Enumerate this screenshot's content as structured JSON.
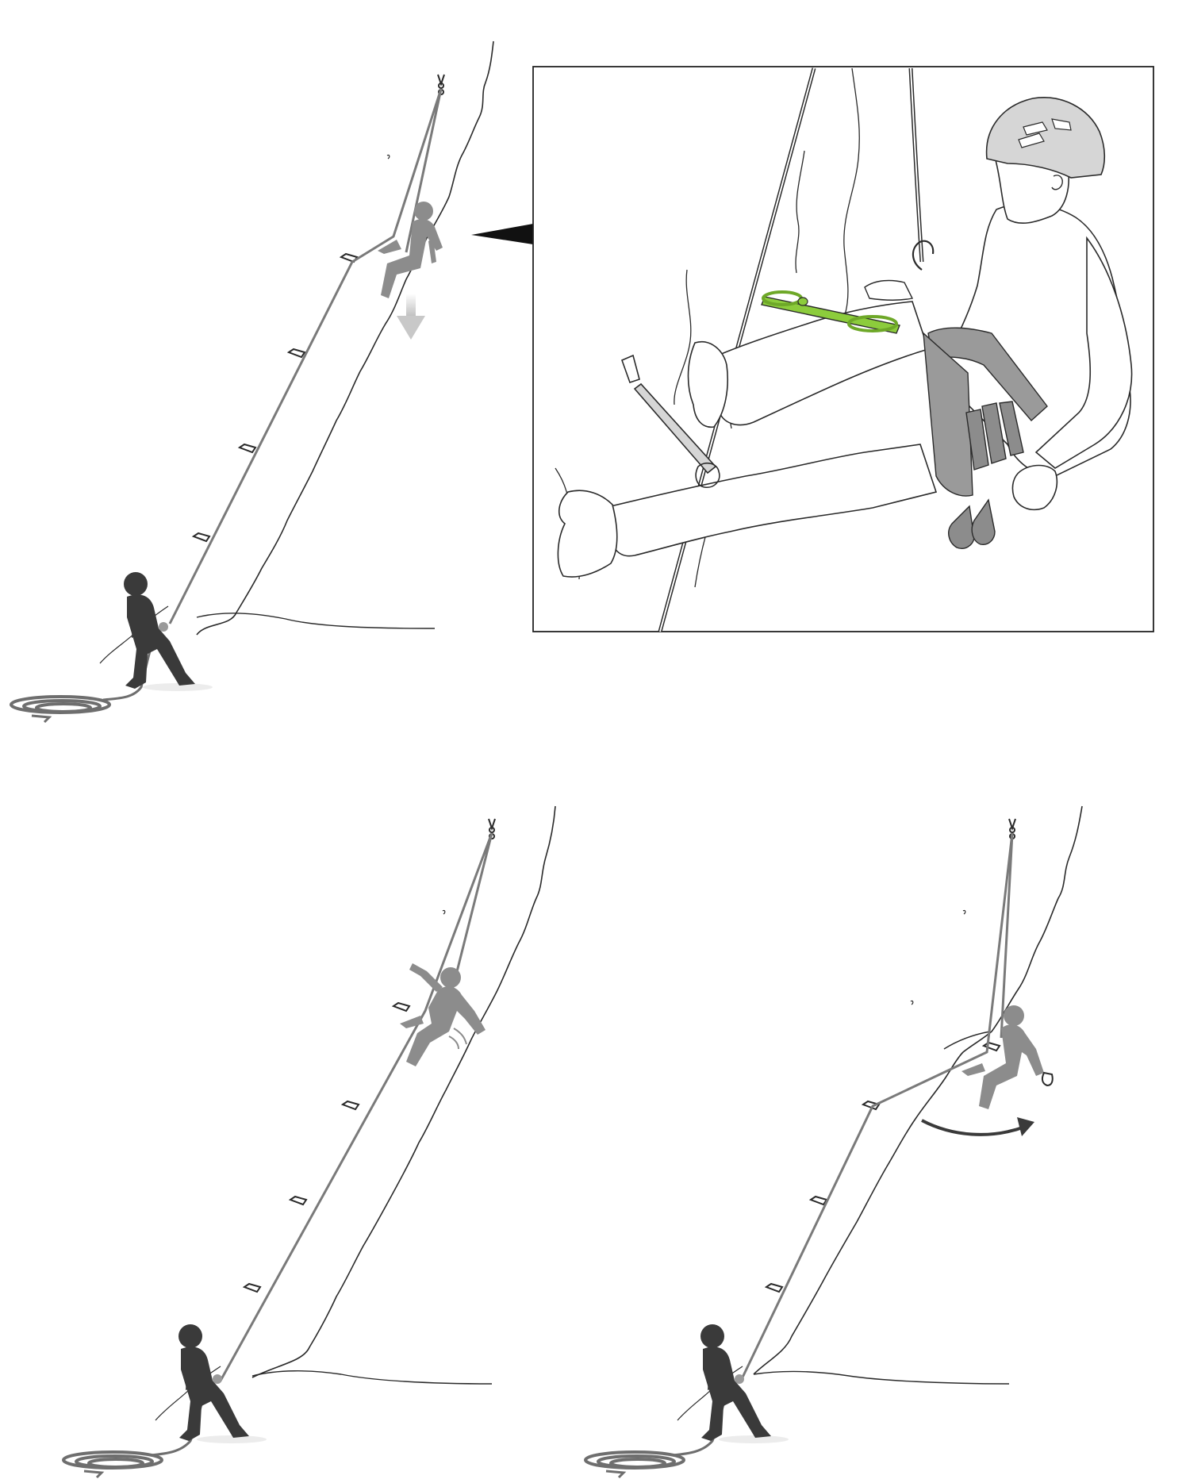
{
  "figure": {
    "panels": [
      {
        "id": "lowering-from-anchor"
      },
      {
        "id": "descending-past-quickdraw"
      },
      {
        "id": "pendulum-swing"
      }
    ],
    "inset": {
      "id": "quickdraw-tether-detail"
    }
  },
  "colors": {
    "background": "#ffffff",
    "belayer": "#3a3a3a",
    "climber": "#8c8c8c",
    "rope": "#7a7a7a",
    "wall_outline": "#2a2a2a",
    "ground_rope": "#6e6e6e",
    "shadow": "#ececec",
    "arrow": "#c8c8c8",
    "swing_arrow": "#3a3a3a",
    "tether_green": "#8ccc3c",
    "inset_border": "#222222",
    "hardware_gray": "#9a9a9a"
  }
}
